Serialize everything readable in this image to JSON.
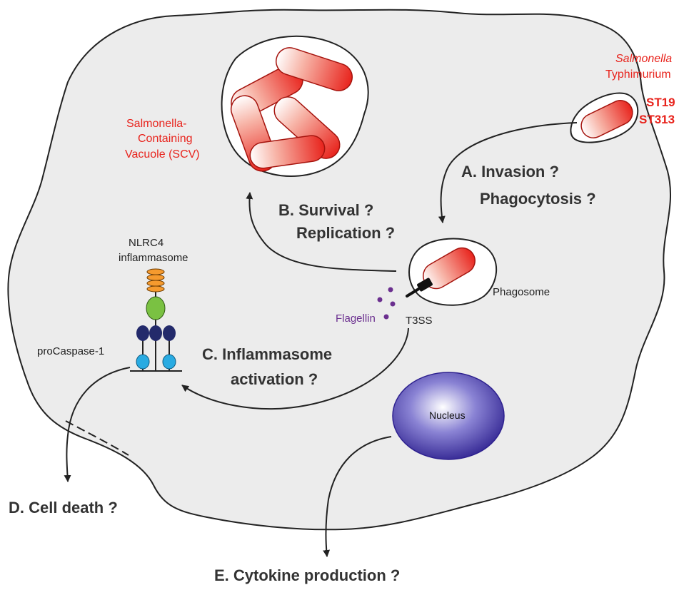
{
  "colors": {
    "cell_fill": "#ececec",
    "cell_stroke": "#222222",
    "bacteria_red": "#e8231c",
    "flagellin_purple": "#6b2f8f",
    "nucleus_blue": "#3a2d9e",
    "card_orange": "#f59a2e",
    "nbd_green": "#7ac142",
    "card_navy": "#232a6b",
    "cara_cyan": "#29abe2"
  },
  "bacterium": {
    "genus": "Salmonella",
    "serovar": "Typhimurium",
    "strain_1": "ST19",
    "strain_2": "ST313"
  },
  "scv": {
    "line1": "Salmonella-",
    "line2": "Containing",
    "line3": "Vacuole (SCV)"
  },
  "phagosome_label": "Phagosome",
  "flagellin_label": "Flagellin",
  "t3ss_label": "T3SS",
  "nlrc4": {
    "line1": "NLRC4",
    "line2": "inflammasome"
  },
  "procaspase_label": "proCaspase-1",
  "nucleus_label": "Nucleus",
  "steps": {
    "a_line1": "A. Invasion ?",
    "a_line2": "Phagocytosis ?",
    "b_line1": "B. Survival ?",
    "b_line2": "Replication ?",
    "c_line1": "C. Inflammasome",
    "c_line2": "activation ?",
    "d": "D. Cell death ?",
    "e": "E. Cytokine production ?"
  }
}
